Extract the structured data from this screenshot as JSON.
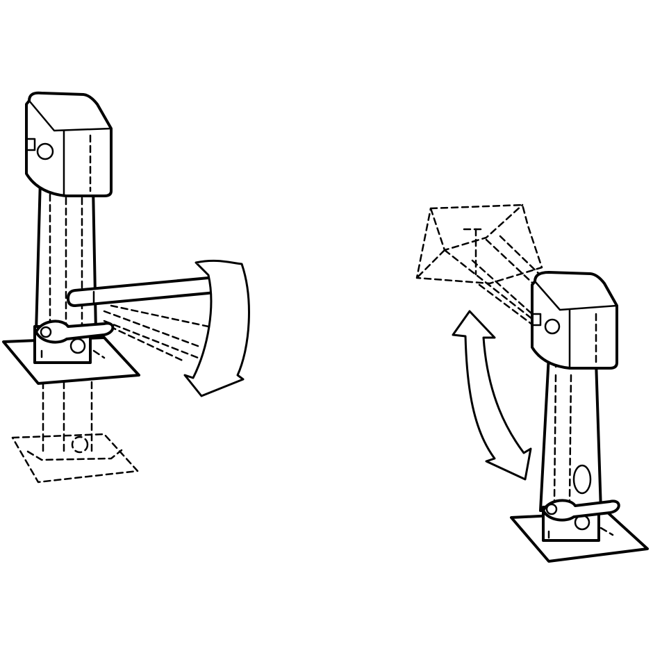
{
  "illustration": {
    "panels": [
      {
        "id": "left",
        "subject": "stabilizer-jack",
        "state": "lowered-with-crank-handle",
        "motion": "handle-swing"
      },
      {
        "id": "right",
        "subject": "stabilizer-jack",
        "state": "raised-folding",
        "motion": "fold-up-down"
      }
    ],
    "colors": {
      "line": "#000000",
      "background": "#ffffff"
    }
  }
}
